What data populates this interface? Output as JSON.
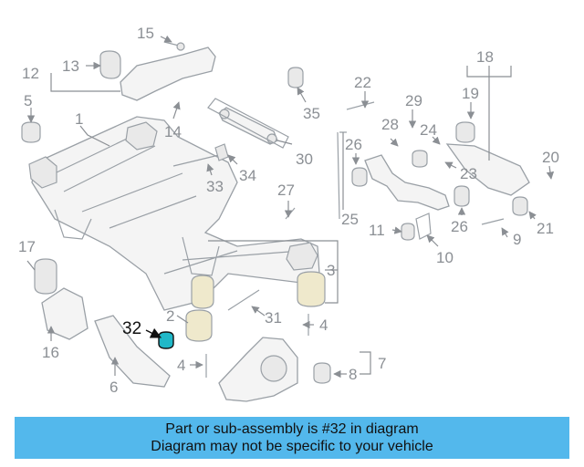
{
  "diagram": {
    "highlighted_part": "32",
    "highlight_color": "#20b8c8",
    "labels": [
      "1",
      "2",
      "3",
      "4",
      "5",
      "6",
      "7",
      "8",
      "9",
      "10",
      "11",
      "12",
      "13",
      "14",
      "15",
      "16",
      "17",
      "18",
      "19",
      "20",
      "21",
      "22",
      "23",
      "24",
      "25",
      "26",
      "27",
      "28",
      "29",
      "30",
      "31",
      "32",
      "33",
      "34",
      "35"
    ]
  },
  "banner": {
    "line1": "Part or sub-assembly is #32 in diagram",
    "line2": "Diagram may not be specific to your vehicle",
    "background": "#53b8ec"
  }
}
